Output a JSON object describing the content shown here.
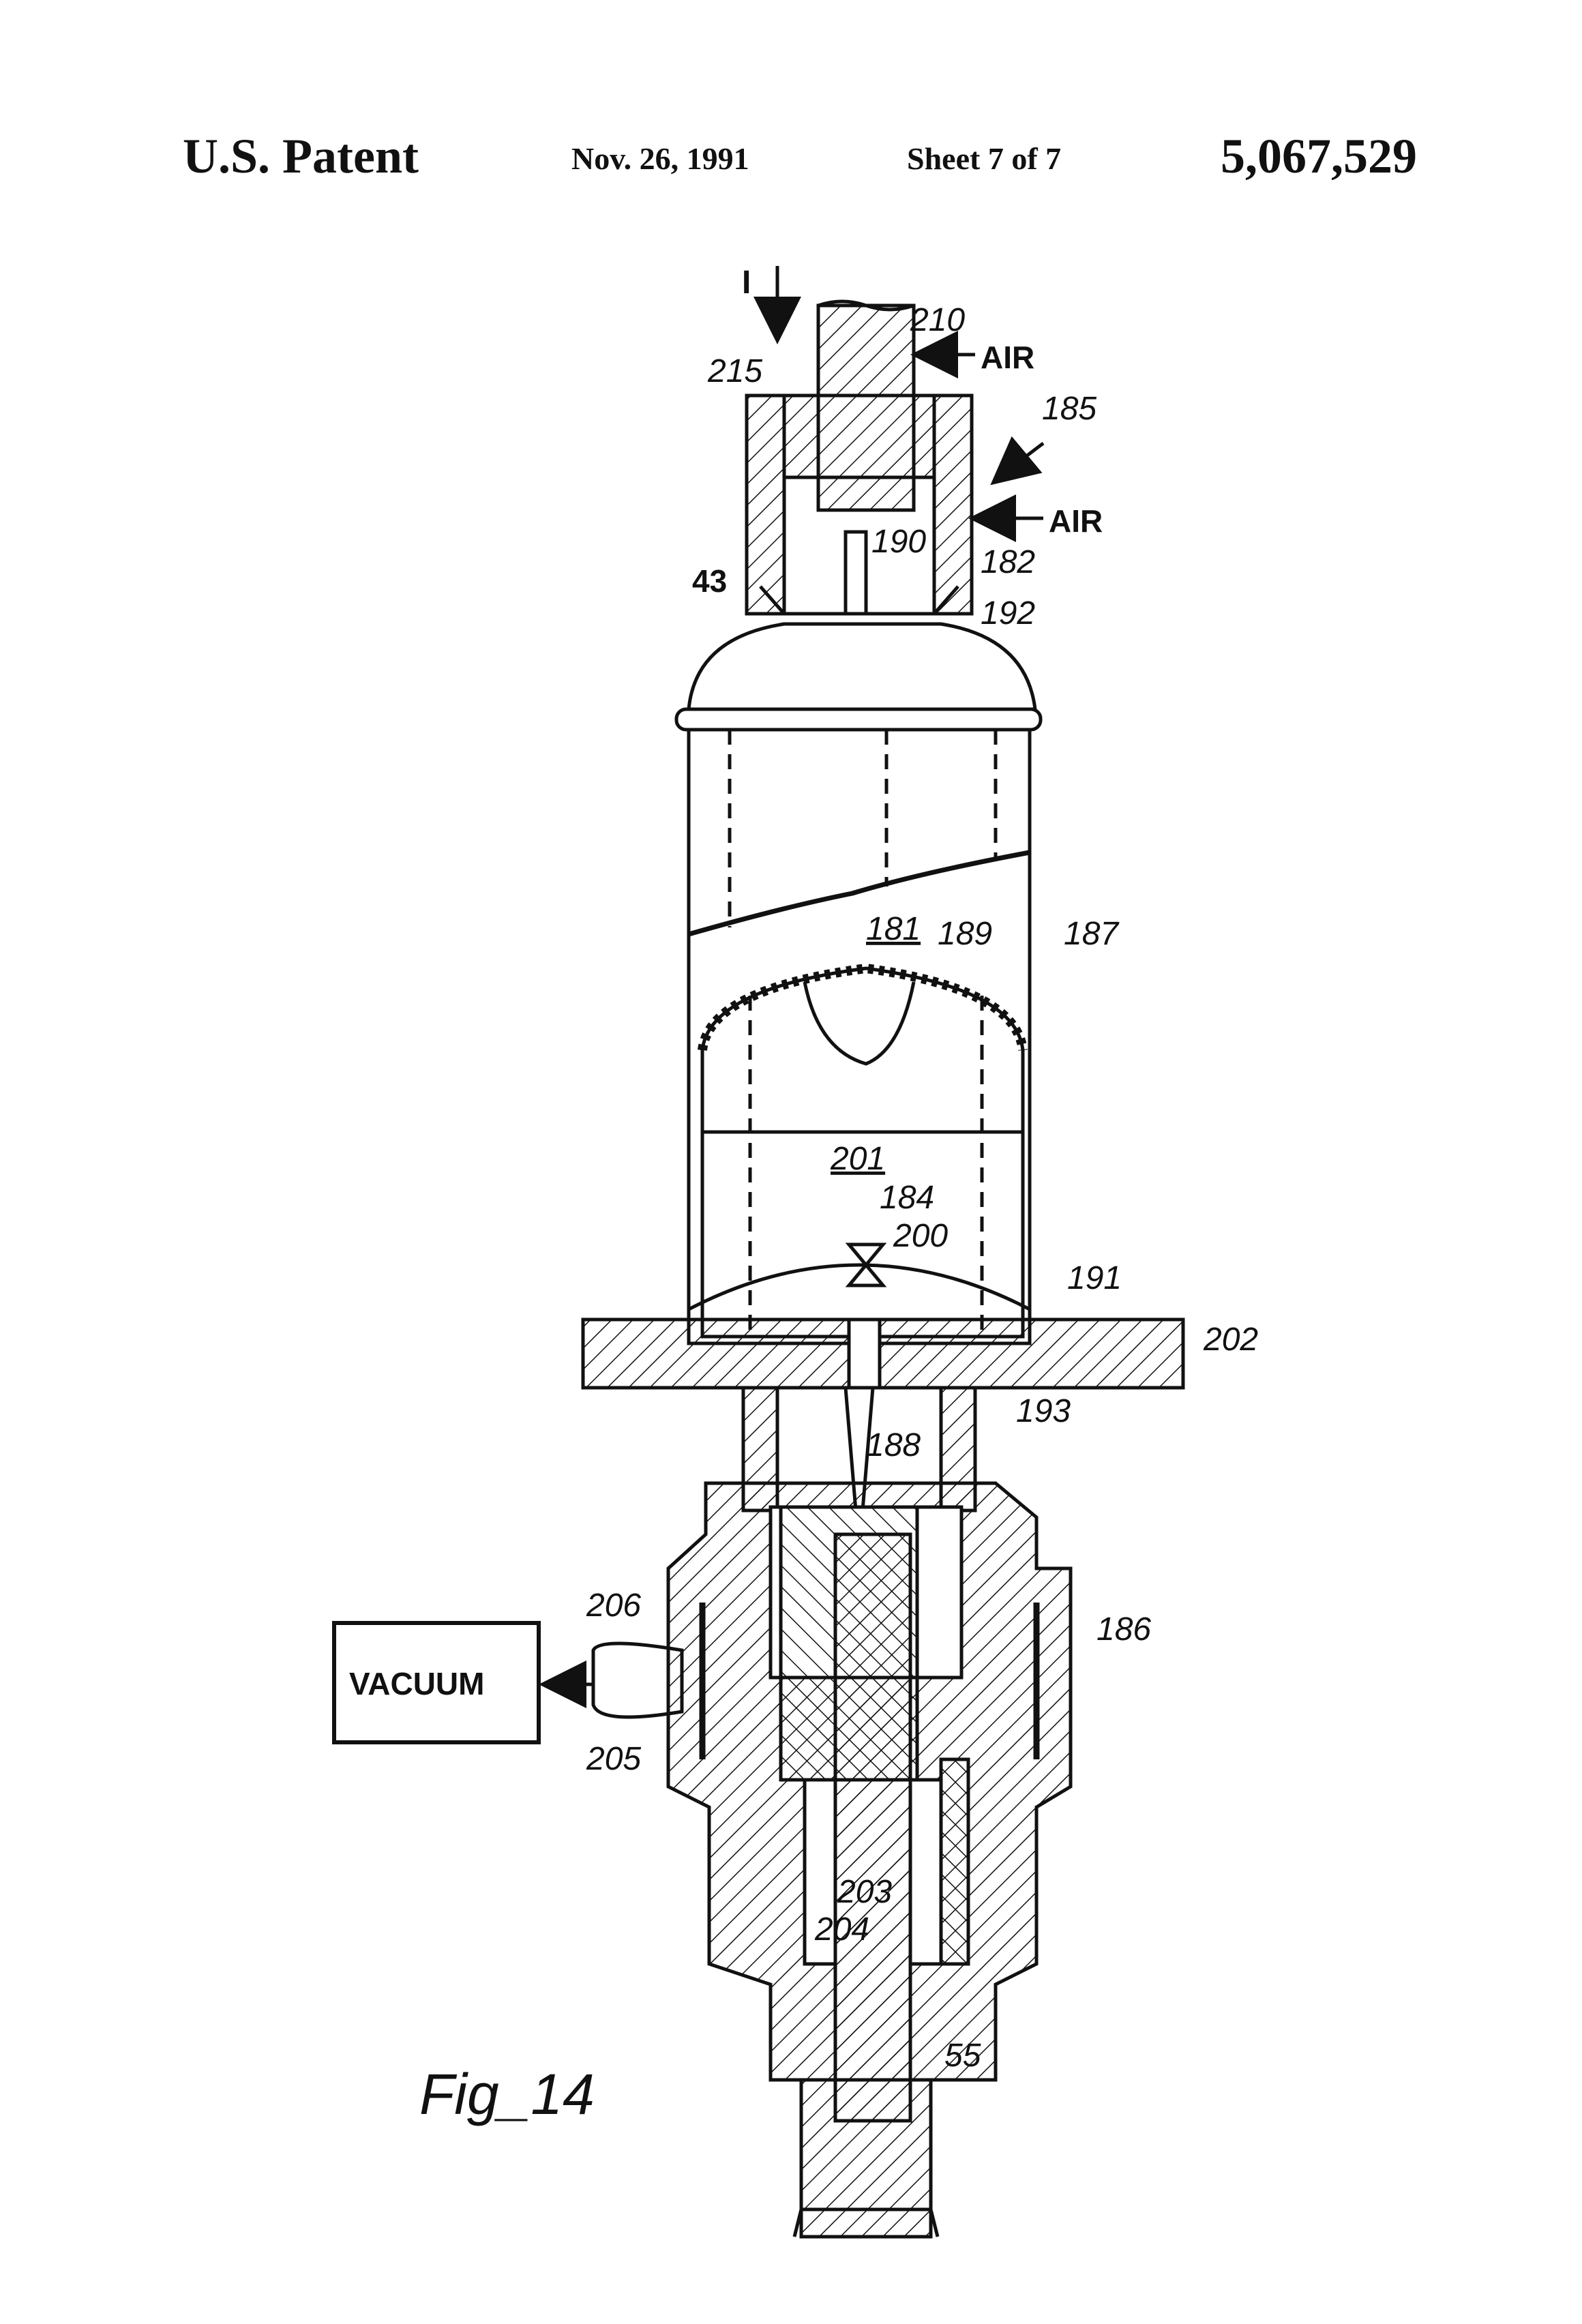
{
  "header": {
    "left": "U.S. Patent",
    "date": "Nov. 26, 1991",
    "sheet": "Sheet 7 of 7",
    "patent_number": "5,067,529"
  },
  "figure": {
    "caption": "Fig_14",
    "box_label": "VACUUM",
    "arrow_label": "I",
    "air_label_1": "AIR",
    "air_label_2": "AIR",
    "refs": {
      "r210": "210",
      "r215": "215",
      "r185": "185",
      "r182": "182",
      "r190": "190",
      "r43": "43",
      "r192": "192",
      "r181": "181",
      "r189": "189",
      "r187": "187",
      "r201": "201",
      "r184": "184",
      "r200": "200",
      "r191": "191",
      "r202": "202",
      "r193": "193",
      "r188": "188",
      "r206": "206",
      "r186": "186",
      "r205": "205",
      "r203": "203",
      "r204": "204",
      "r55": "55"
    }
  },
  "colors": {
    "ink": "#111111",
    "paper": "#ffffff"
  }
}
